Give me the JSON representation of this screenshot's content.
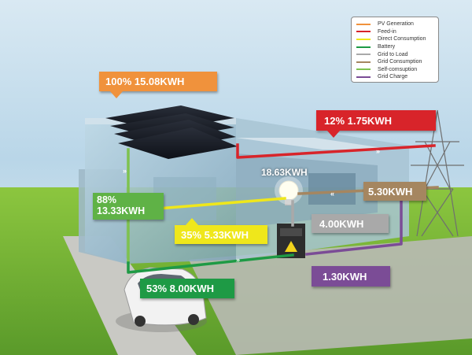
{
  "legend": {
    "items": [
      {
        "label": "PV Generation",
        "color": "#f0923c"
      },
      {
        "label": "Feed-in",
        "color": "#d8242a"
      },
      {
        "label": "Direct Consumption",
        "color": "#efe71b"
      },
      {
        "label": "Battery",
        "color": "#1e9a45"
      },
      {
        "label": "Grid to Load",
        "color": "#a9a9a9"
      },
      {
        "label": "Grid Consumption",
        "color": "#a58660"
      },
      {
        "label": "Self-comsuption",
        "color": "#7ec24f"
      },
      {
        "label": "Grid Charge",
        "color": "#7b4c96"
      }
    ]
  },
  "flows": {
    "pv": {
      "text": "100%  15.08KWH",
      "color": "#f0923c"
    },
    "feed_in": {
      "text": "12%   1.75KWH",
      "color": "#d8242a"
    },
    "self_consumption": {
      "percent": "88%",
      "value": "13.33KWH",
      "color": "#5fb246"
    },
    "direct": {
      "text": "35% 5.33KWH",
      "color": "#efe71b"
    },
    "grid_consumption": {
      "text": "5.30KWH",
      "color": "#a58660"
    },
    "grid_to_load": {
      "text": "4.00KWH",
      "color": "#a9a9a9"
    },
    "grid_charge": {
      "text": "1.30KWH",
      "color": "#7b4c96"
    },
    "battery": {
      "text": "53%  8.00KWH",
      "color": "#1e9a45"
    },
    "load": {
      "text": "18.63KWH"
    }
  }
}
